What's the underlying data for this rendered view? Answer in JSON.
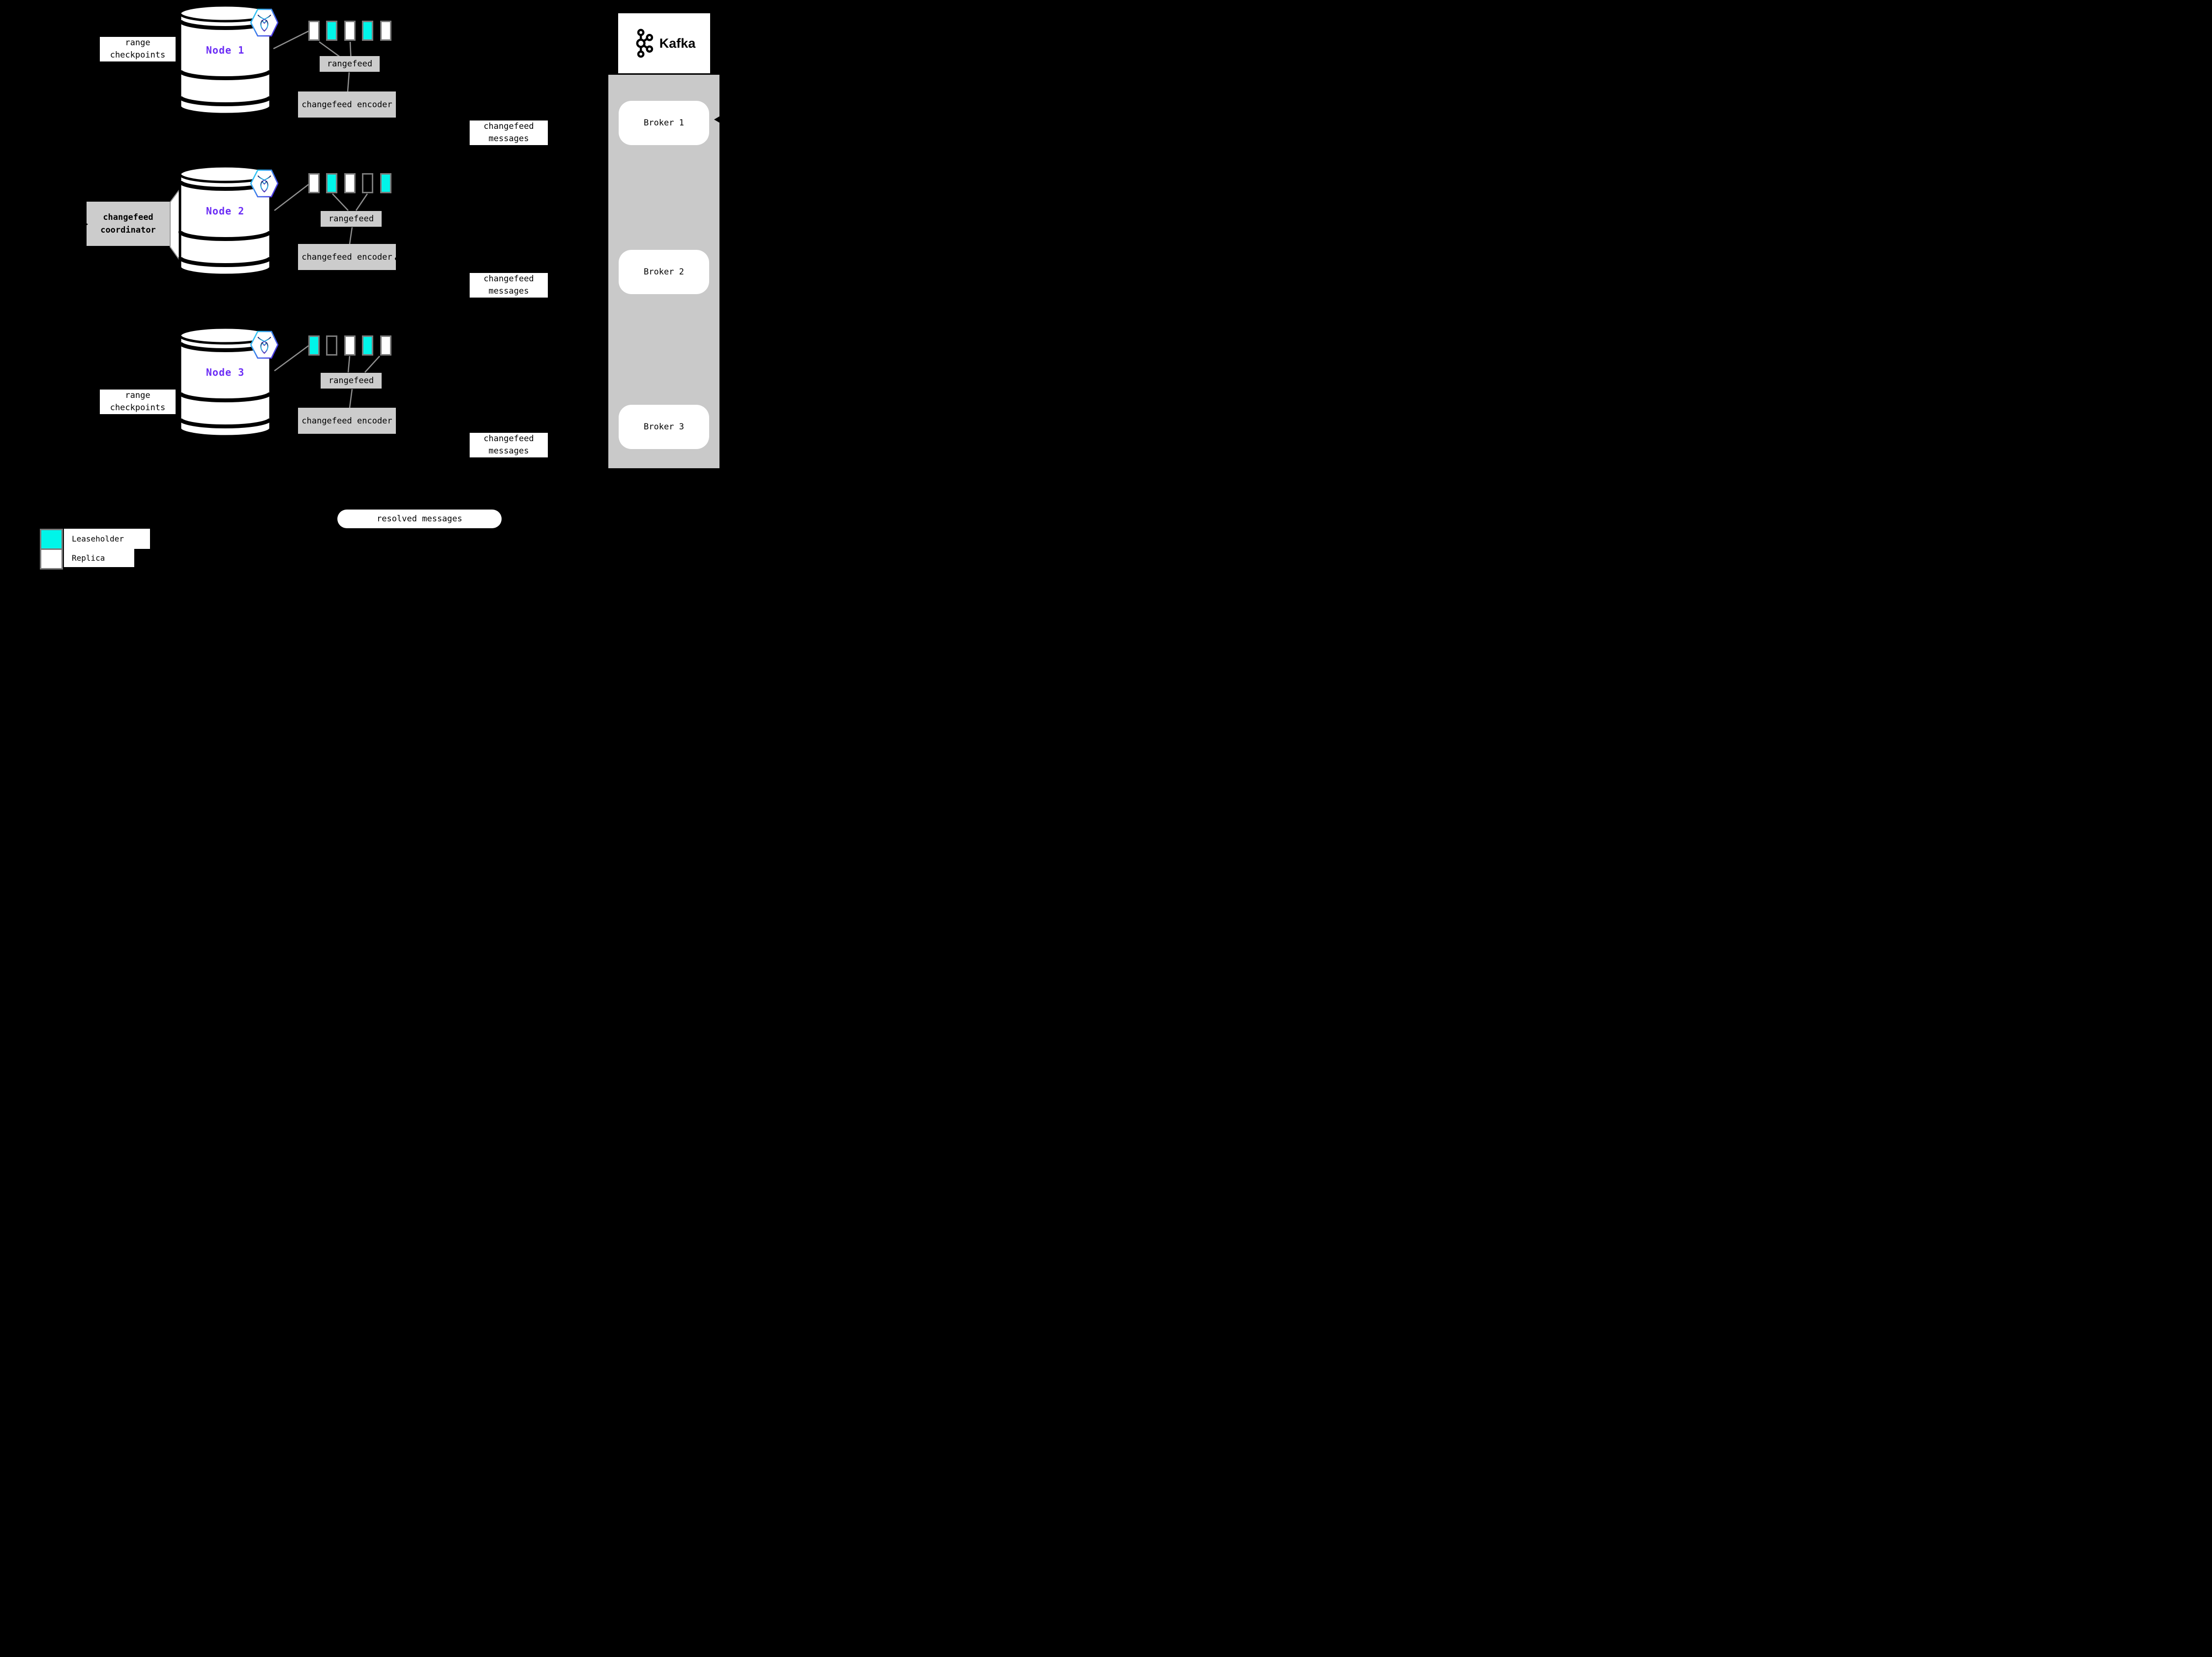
{
  "labels": {
    "range_checkpoints_top": "range checkpoints",
    "range_checkpoints_bottom": "range checkpoints",
    "coordinator": "changefeed coordinator",
    "resolved": "resolved messages"
  },
  "nodes": [
    {
      "name": "Node 1",
      "rangefeed": "rangefeed",
      "encoder": "changefeed encoder",
      "messages": "changefeed messages",
      "ranges": [
        "replica",
        "leaseholder",
        "replica",
        "leaseholder",
        "replica"
      ]
    },
    {
      "name": "Node 2",
      "rangefeed": "rangefeed",
      "encoder": "changefeed encoder",
      "messages": "changefeed messages",
      "ranges": [
        "replica",
        "leaseholder",
        "replica",
        "empty",
        "leaseholder"
      ]
    },
    {
      "name": "Node 3",
      "rangefeed": "rangefeed",
      "encoder": "changefeed encoder",
      "messages": "changefeed messages",
      "ranges": [
        "leaseholder",
        "empty",
        "replica",
        "leaseholder",
        "replica"
      ]
    }
  ],
  "kafka": {
    "brand": "Kafka",
    "brokers": [
      {
        "label": "Broker 1"
      },
      {
        "label": "Broker 2"
      },
      {
        "label": "Broker 3"
      }
    ]
  },
  "legend": {
    "items": [
      {
        "label": "Leaseholder",
        "kind": "leaseholder"
      },
      {
        "label": "Replica",
        "kind": "replica"
      }
    ]
  },
  "colors": {
    "leaseholder_fill": "#00f5e9",
    "replica_fill": "#ffffff",
    "range_border": "#7a7a7a",
    "process_box": "#cccccc",
    "kafka_panel": "#c9c9c9",
    "node_label": "#6c2ef5",
    "connector_line": "#8f8f8f",
    "background": "#000000"
  }
}
